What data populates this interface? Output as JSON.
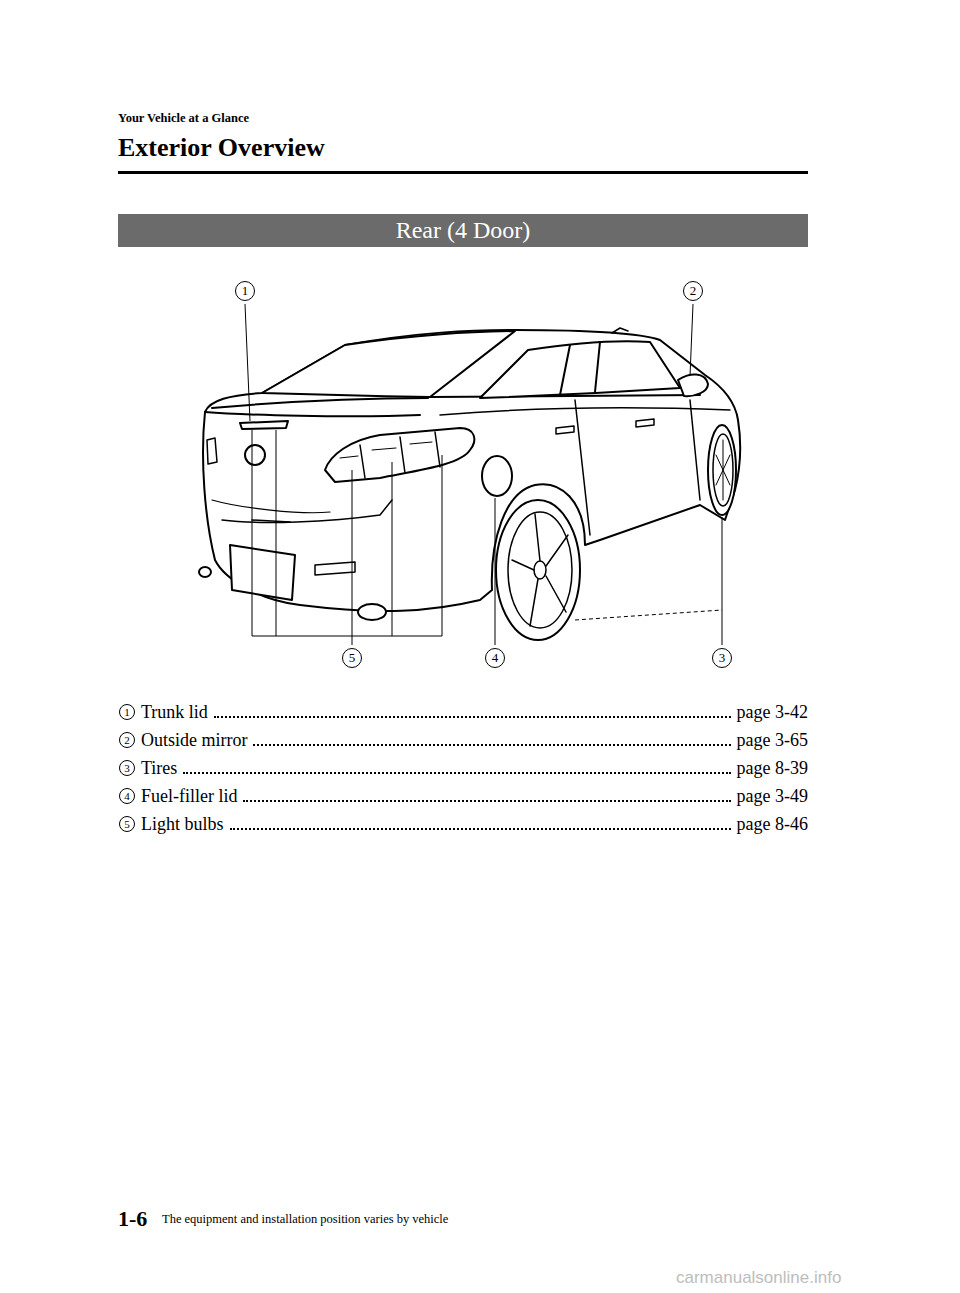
{
  "diagram": {
    "title": "Exterior Overview",
    "nodes": [
      {
        "text": [
          "Rear (4 Door)"
        ]
      }
    ],
    "labels": [
      "Your Vehicle at a Glance",
      "1",
      "2",
      "5",
      "4",
      "3",
      "1",
      "Trunk lid",
      "page 3-42",
      "2",
      "Outside mirror",
      "page 3-65",
      "3",
      "Tires",
      "page 8-39",
      "4",
      "Fuel-filler lid",
      "page 3-49",
      "5",
      "Light bulbs",
      "page 8-46",
      "1-6",
      "The equipment and installation position varies by vehicle",
      "carmanualsonline.info"
    ]
  }
}
